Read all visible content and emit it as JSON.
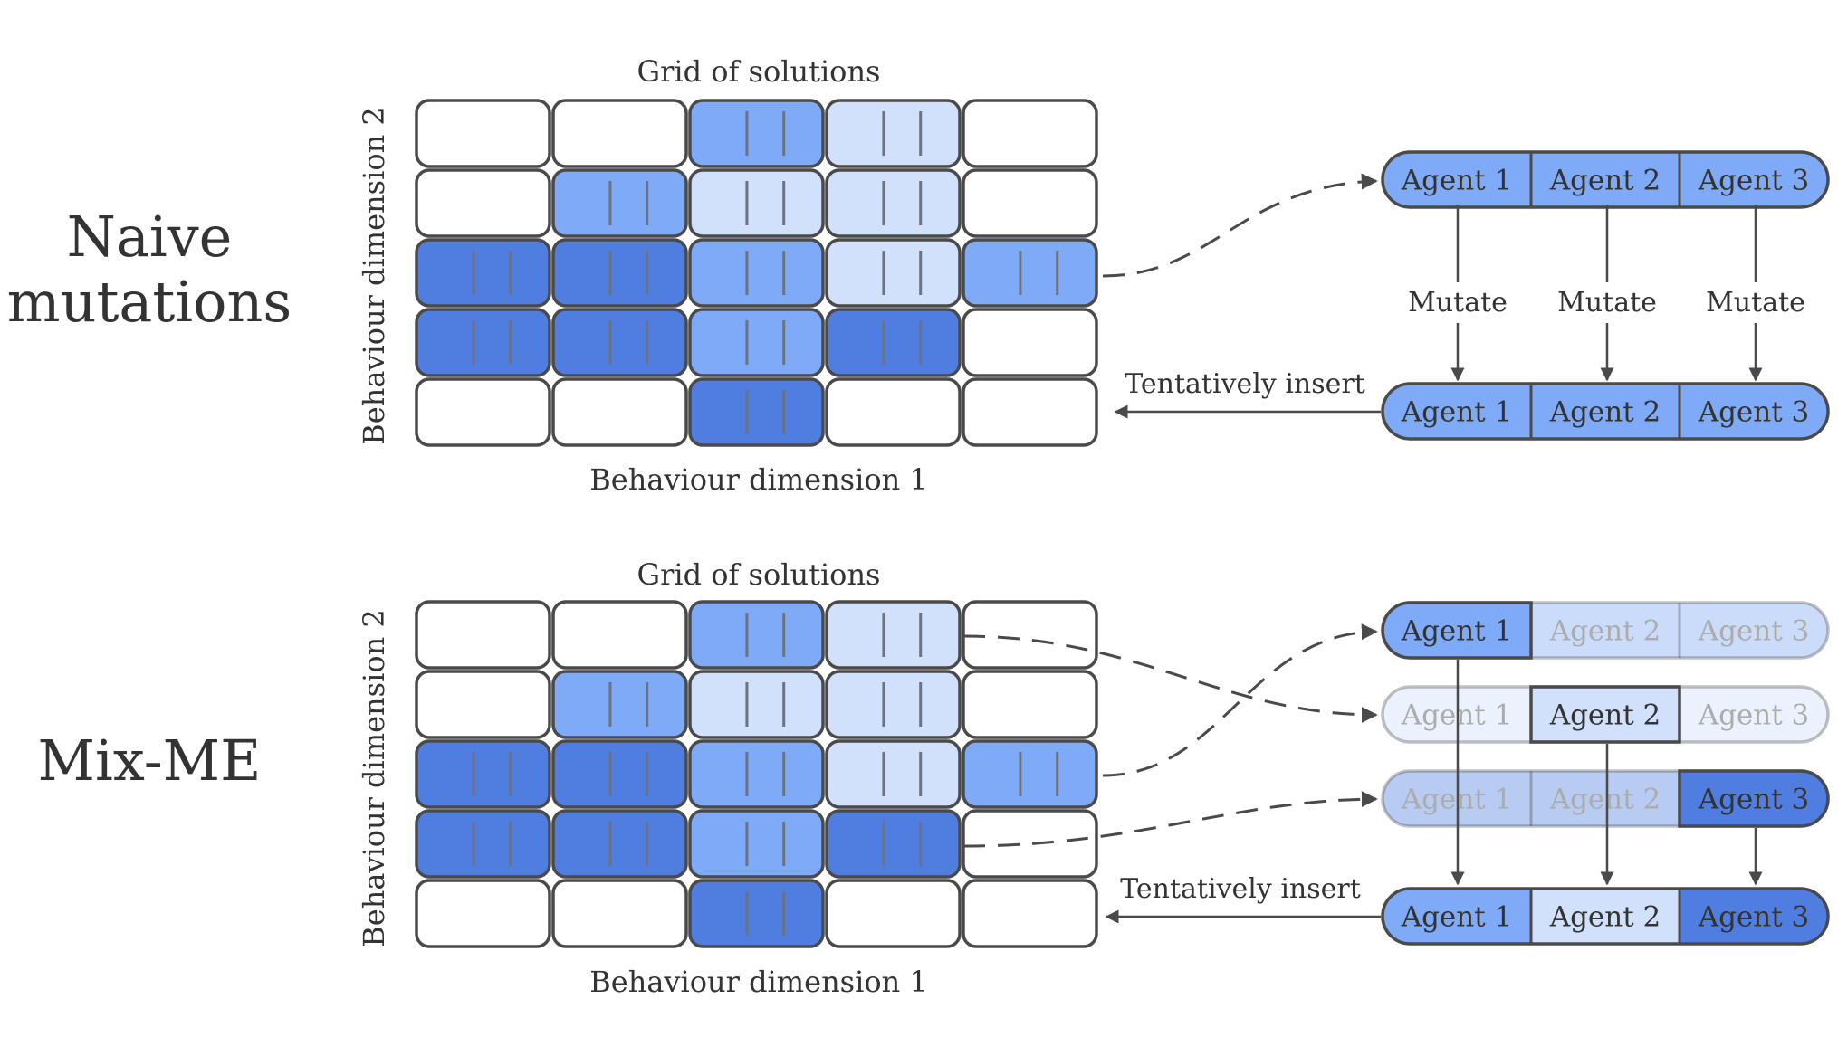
{
  "colors": {
    "dark": "#4f7ee0",
    "mid": "#7eaaf7",
    "light": "#d1e0fb",
    "empty": "#ffffff",
    "stroke": "#4a4a4a",
    "tick": "#6b7280",
    "text": "#333333"
  },
  "panels": [
    {
      "id": "naive",
      "method_label": [
        "Naive",
        "mutations"
      ],
      "grid_title": "Grid of solutions",
      "x_axis_label": "Behaviour dimension 1",
      "y_axis_label": "Behaviour dimension 2",
      "grid": [
        [
          "empty",
          "empty",
          "mid",
          "light",
          "empty"
        ],
        [
          "empty",
          "mid",
          "light",
          "light",
          "empty"
        ],
        [
          "dark",
          "dark",
          "mid",
          "light",
          "mid"
        ],
        [
          "dark",
          "dark",
          "mid",
          "dark",
          "empty"
        ],
        [
          "empty",
          "empty",
          "dark",
          "empty",
          "empty"
        ]
      ],
      "parent_pills": [
        {
          "labels": [
            "Agent 1",
            "Agent 2",
            "Agent 3"
          ],
          "fills": [
            "mid",
            "mid",
            "mid"
          ],
          "faded": [
            false,
            false,
            false
          ]
        }
      ],
      "mutate_label": "Mutate",
      "offspring_pill": {
        "labels": [
          "Agent 1",
          "Agent 2",
          "Agent 3"
        ],
        "fills": [
          "mid",
          "mid",
          "mid"
        ]
      },
      "insert_label": "Tentatively insert"
    },
    {
      "id": "mixme",
      "method_label": [
        "Mix-ME"
      ],
      "grid_title": "Grid of solutions",
      "x_axis_label": "Behaviour dimension 1",
      "y_axis_label": "Behaviour dimension 2",
      "grid": [
        [
          "empty",
          "empty",
          "mid",
          "light",
          "empty"
        ],
        [
          "empty",
          "mid",
          "light",
          "light",
          "empty"
        ],
        [
          "dark",
          "dark",
          "mid",
          "light",
          "mid"
        ],
        [
          "dark",
          "dark",
          "mid",
          "dark",
          "empty"
        ],
        [
          "empty",
          "empty",
          "dark",
          "empty",
          "empty"
        ]
      ],
      "parent_pills": [
        {
          "labels": [
            "Agent 1",
            "Agent 2",
            "Agent 3"
          ],
          "fills": [
            "mid",
            "mid",
            "mid"
          ],
          "faded": [
            false,
            true,
            true
          ]
        },
        {
          "labels": [
            "Agent 1",
            "Agent 2",
            "Agent 3"
          ],
          "fills": [
            "light",
            "light",
            "light"
          ],
          "faded": [
            true,
            false,
            true
          ]
        },
        {
          "labels": [
            "Agent 1",
            "Agent 2",
            "Agent 3"
          ],
          "fills": [
            "dark",
            "dark",
            "dark"
          ],
          "faded": [
            true,
            true,
            false
          ]
        }
      ],
      "offspring_pill": {
        "labels": [
          "Agent 1",
          "Agent 2",
          "Agent 3"
        ],
        "fills": [
          "mid",
          "light",
          "dark"
        ]
      },
      "insert_label": "Tentatively insert"
    }
  ]
}
